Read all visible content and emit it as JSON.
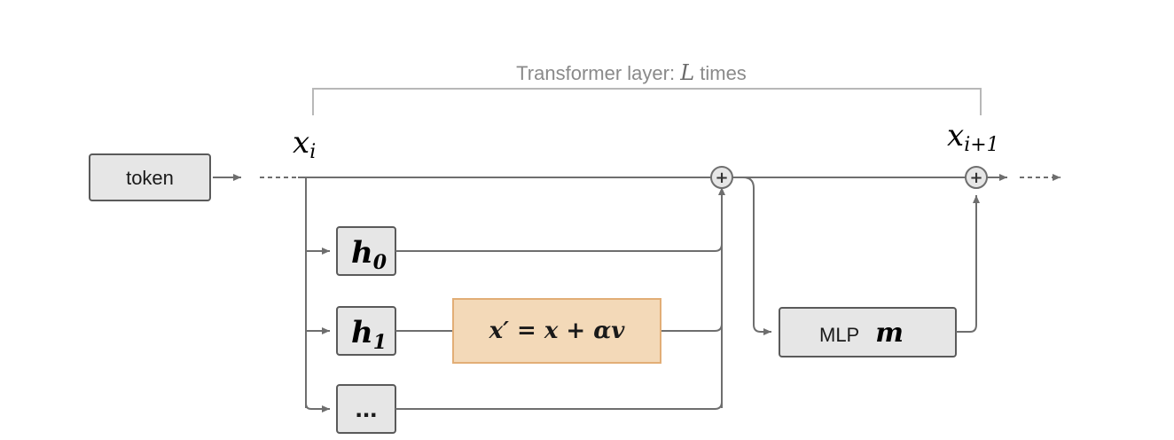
{
  "caption": {
    "text": "Transformer layer: ",
    "var": "L",
    "suffix": " times"
  },
  "labels": {
    "x_in_base": "x",
    "x_in_sub": "i",
    "x_out_base": "x",
    "x_out_sub": "i+1"
  },
  "nodes": {
    "token": "token",
    "h0_base": "h",
    "h0_sub": "0",
    "h1_base": "h",
    "h1_sub": "1",
    "more": "...",
    "steer": "x′ = x + αv",
    "mlp_text": "MLP",
    "mlp_var": "m"
  },
  "symbols": {
    "add": "+"
  },
  "colors": {
    "line": "#6e6e6e",
    "box_fill": "#e6e6e6",
    "box_stroke": "#5a5a5a",
    "steer_fill": "#f3d9b8",
    "steer_stroke": "#e2ae76",
    "bracket": "#b8b8b8"
  }
}
